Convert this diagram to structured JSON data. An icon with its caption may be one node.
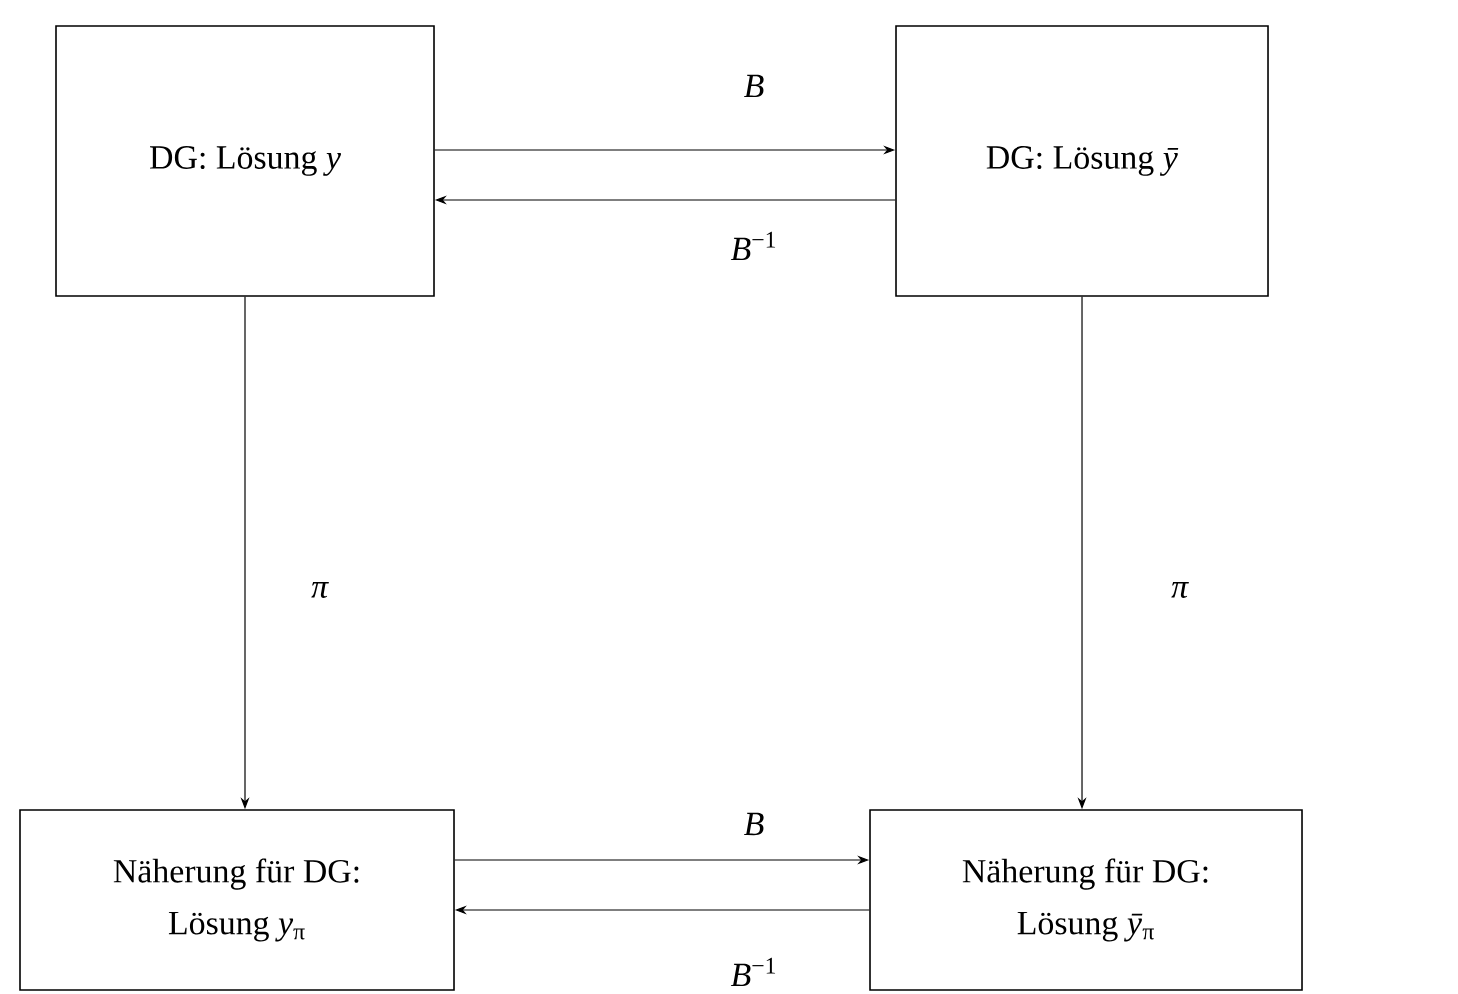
{
  "diagram": {
    "nodes": [
      {
        "text": [
          "DG: Lösung *y*"
        ]
      },
      {
        "text": [
          "DG: Lösung *ȳ*"
        ]
      },
      {
        "text": [
          "Näherung für DG:",
          "Lösung *y*$_{π}$"
        ]
      },
      {
        "text": [
          "Näherung für DG:",
          "Lösung *ȳ*$_{π}$"
        ]
      }
    ],
    "edges": [
      {
        "from": 0,
        "to": 1,
        "arrow": "to",
        "label": "*B*"
      },
      {
        "from": 1,
        "to": 0,
        "arrow": "to",
        "label": "*B*$^{−1}$"
      },
      {
        "from": 0,
        "to": 2,
        "arrow": "to",
        "label": "*π*"
      },
      {
        "from": 1,
        "to": 3,
        "arrow": "to",
        "label": "*π*"
      },
      {
        "from": 2,
        "to": 3,
        "arrow": "to",
        "label": "*B*"
      },
      {
        "from": 3,
        "to": 2,
        "arrow": "to",
        "label": "*B*$^{−1}$"
      }
    ]
  }
}
